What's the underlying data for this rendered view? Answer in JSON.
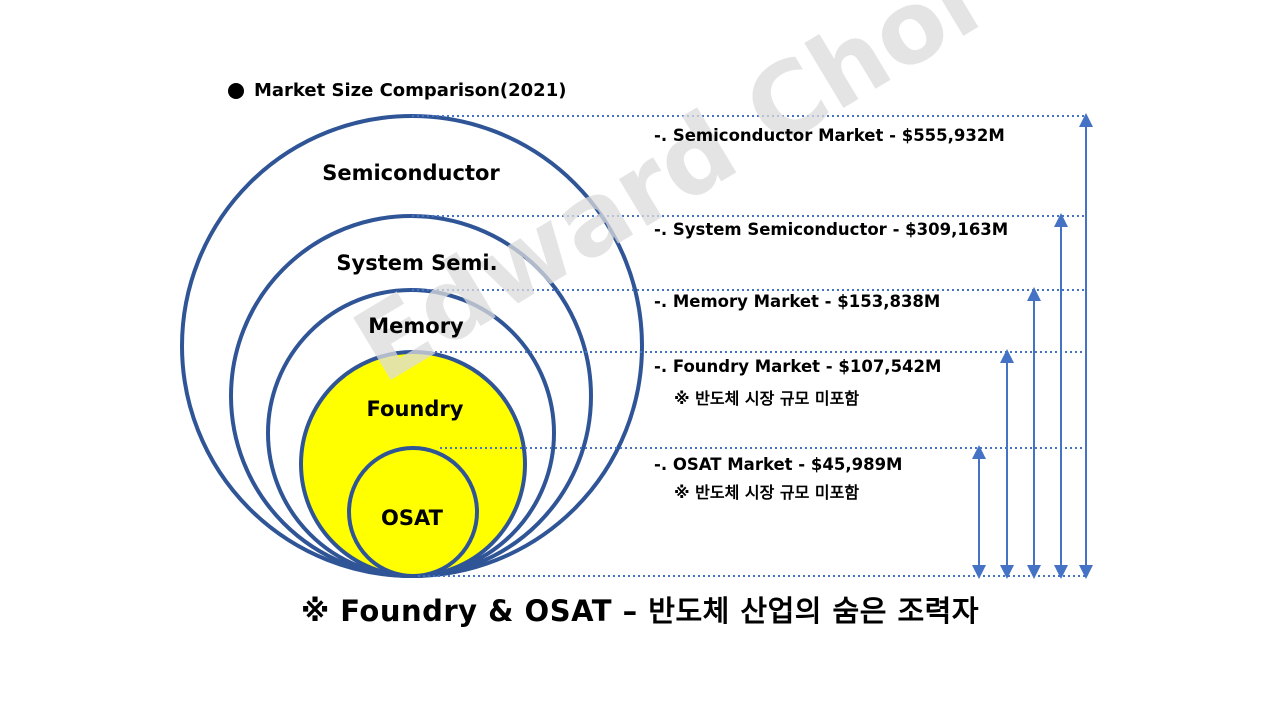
{
  "header": {
    "title": "Market Size Comparison(2021)",
    "bullet_icon": "filled-circle-bullet"
  },
  "circles": [
    {
      "label": "Semiconductor",
      "value_musd": 555932,
      "fill": "#ffffff",
      "stroke": "#2f5597"
    },
    {
      "label": "System Semi.",
      "value_musd": 309163,
      "fill": "#ffffff",
      "stroke": "#2f5597"
    },
    {
      "label": "Memory",
      "value_musd": 153838,
      "fill": "#ffffff",
      "stroke": "#2f5597"
    },
    {
      "label": "Foundry",
      "value_musd": 107542,
      "fill": "#ffff00",
      "stroke": "#2f5597"
    },
    {
      "label": "OSAT",
      "value_musd": 45989,
      "fill": "#ffff00",
      "stroke": "#2f5597"
    }
  ],
  "markets": [
    {
      "label": "-. Semiconductor Market - $555,932M"
    },
    {
      "label": "-. System Semiconductor - $309,163M"
    },
    {
      "label": "-. Memory Market - $153,838M"
    },
    {
      "label": "-. Foundry Market - $107,542M",
      "note": "※ 반도체 시장 규모 미포함"
    },
    {
      "label": "-. OSAT Market - $45,989M",
      "note": "※ 반도체 시장 규모 미포함"
    }
  ],
  "footer": "※ Foundry & OSAT – 반도체 산업의 숨은 조력자",
  "watermark": "Edward Choi",
  "colors": {
    "outline": "#2f5597",
    "highlight": "#ffff00",
    "guide_line": "#4472c4",
    "watermark": "#dcdcdc"
  }
}
